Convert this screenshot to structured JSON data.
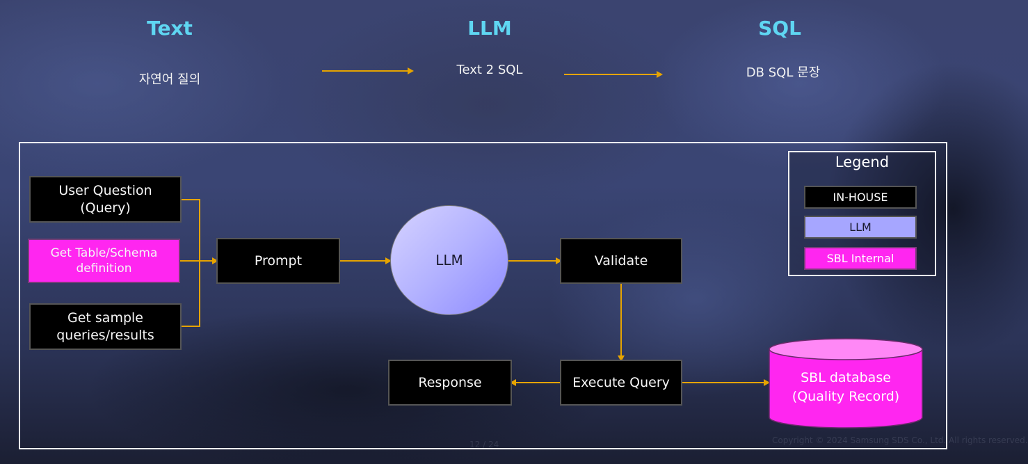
{
  "header": {
    "columns": [
      {
        "title": "Text",
        "subtitle": "자연어 질의"
      },
      {
        "title": "LLM",
        "subtitle": "Text 2 SQL"
      },
      {
        "title": "SQL",
        "subtitle": "DB SQL 문장"
      }
    ]
  },
  "diagram": {
    "inputs": [
      {
        "label": "User Question\n(Query)",
        "category": "IN-HOUSE"
      },
      {
        "label": "Get Table/Schema\ndefinition",
        "category": "SBL Internal"
      },
      {
        "label": "Get sample\nqueries/results",
        "category": "IN-HOUSE"
      }
    ],
    "prompt": {
      "label": "Prompt",
      "category": "IN-HOUSE"
    },
    "llm": {
      "label": "LLM",
      "category": "LLM"
    },
    "validate": {
      "label": "Validate",
      "category": "IN-HOUSE"
    },
    "execute": {
      "label": "Execute Query",
      "category": "IN-HOUSE"
    },
    "response": {
      "label": "Response",
      "category": "IN-HOUSE"
    },
    "database": {
      "line1": "SBL database",
      "line2": "(Quality Record)",
      "category": "SBL Internal"
    },
    "flows": [
      "User Question (Query) -> Prompt",
      "Get Table/Schema definition -> Prompt",
      "Get sample queries/results -> Prompt",
      "Prompt -> LLM",
      "LLM -> Validate",
      "Validate -> Execute Query",
      "Execute Query -> Response",
      "Execute Query -> SBL database (Quality Record)"
    ]
  },
  "legend": {
    "title": "Legend",
    "items": [
      {
        "label": "IN-HOUSE",
        "color": "#000000",
        "text_color": "#ffffff"
      },
      {
        "label": "LLM",
        "color": "#a6a6ff",
        "text_color": "#1a1a2e"
      },
      {
        "label": "SBL Internal",
        "color": "#ff26f0",
        "text_color": "#ffffff"
      }
    ]
  },
  "colors": {
    "accent_title": "#5fd6f2",
    "connector": "#e6a400",
    "in_house": "#000000",
    "llm": "#a6a6ff",
    "sbl_internal": "#ff26f0"
  },
  "footer": {
    "page": "12 / 24",
    "copyright": "Copyright © 2024 Samsung SDS Co., Ltd. All rights reserved."
  }
}
